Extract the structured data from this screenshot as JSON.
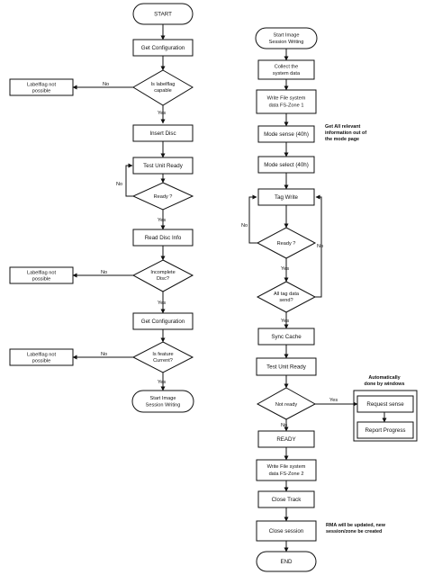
{
  "left": {
    "start": "START",
    "get_config_1": "Get Configuration",
    "labelflag_q": [
      "Is labelflag",
      "capable"
    ],
    "labelflag_not_1": [
      "Labelflag not",
      "possible"
    ],
    "insert_disc": "Insert Disc",
    "test_unit_ready_1": "Test Unit Ready",
    "ready_q_1": "Ready ?",
    "read_disc_info": "Read Disc Info",
    "incomplete_q": [
      "Incomplete",
      "Disc?"
    ],
    "labelflag_not_2": [
      "Labelflag not",
      "possible"
    ],
    "get_config_2": "Get Configuration",
    "feature_q": [
      "Is feature",
      "Current?"
    ],
    "labelflag_not_3": [
      "Labelflag not",
      "possible"
    ],
    "start_image_writing_1": [
      "Start Image",
      "Session Writing"
    ]
  },
  "right": {
    "start_image_writing_2": [
      "Start Image",
      "Session Writing"
    ],
    "collect_data": [
      "Collect the",
      "system data"
    ],
    "write_fs_zone1": [
      "Write File system",
      "data FS-Zone 1"
    ],
    "mode_sense": "Mode sense (40h)",
    "mode_select": "Mode select (40h)",
    "tag_write": "Tag Write",
    "ready_q_2": "Ready ?",
    "all_data_q": [
      "All tag data",
      "send?"
    ],
    "sync_cache": "Sync Cache",
    "test_unit_ready_2": "Test Unit Ready",
    "not_ready_q": "Not ready",
    "request_sense": "Request sense",
    "report_progress": "Report Progress",
    "ready": "READY",
    "write_fs_zone2": [
      "Write File system",
      "data FS-Zone 2"
    ],
    "close_track": "Close Track",
    "close_session": "Close session",
    "end": "END"
  },
  "notes": {
    "mode_page": [
      "Get All relevant",
      "information out of",
      "the mode page"
    ],
    "automatic": [
      "Automatically",
      "done by windows"
    ],
    "rma": [
      "RMA will be updated, new",
      "session/zone be created"
    ]
  },
  "labels": {
    "yes": "Yes",
    "no": "No"
  }
}
